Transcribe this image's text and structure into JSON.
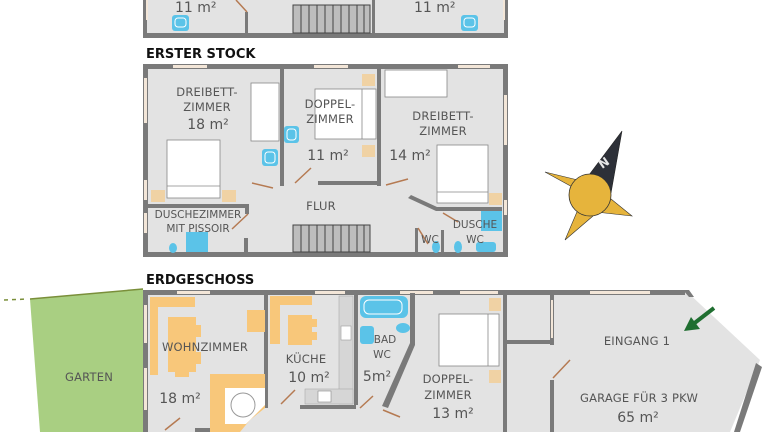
{
  "colors": {
    "floor": "#e3e3e3",
    "wall": "#7a7a7a",
    "window": "#f3e6d8",
    "furniture": "#f8c77a",
    "bed": "#ffffff",
    "sanitary": "#5bc3e8",
    "door": "#b57a52",
    "garden": "#a9cf82",
    "compass_gold": "#e6b43c",
    "compass_dark": "#2d3038",
    "arrow": "#1f6e30"
  },
  "top_floor": {
    "rooms": [
      {
        "area": "11 m²"
      },
      {
        "area": "11 m²"
      }
    ]
  },
  "first_floor": {
    "title": "ERSTER STOCK",
    "rooms": [
      {
        "name_line1": "DREIBETT-",
        "name_line2": "ZIMMER",
        "area": "18 m²"
      },
      {
        "name_line1": "DOPPEL-",
        "name_line2": "ZIMMER",
        "area": "11 m²"
      },
      {
        "name_line1": "DREIBETT-",
        "name_line2": "ZIMMER",
        "area": "14 m²"
      },
      {
        "name_line1": "DUSCHEZIMMER",
        "name_line2": "MIT PISSOIR"
      },
      {
        "name_line1": "FLUR"
      },
      {
        "name_line1": "WC"
      },
      {
        "name_line1": "DUSCHE",
        "name_line2": "WC"
      }
    ]
  },
  "ground_floor": {
    "title": "ERDGESCHOSS",
    "rooms": [
      {
        "name_line1": "WOHNZIMMER",
        "area": "18 m²"
      },
      {
        "name_line1": "KÜCHE",
        "area": "10 m²"
      },
      {
        "name_line1": "BAD",
        "name_line2": "WC",
        "area": "5m²"
      },
      {
        "name_line1": "DOPPEL-",
        "name_line2": "ZIMMER",
        "area": "13 m²"
      },
      {
        "name_line1": "EINGANG 1"
      },
      {
        "name_line1": "GARAGE FÜR 3 PKW",
        "area": "65 m²"
      }
    ],
    "garden": "GARTEN"
  },
  "compass": {
    "north_letter": "N"
  }
}
